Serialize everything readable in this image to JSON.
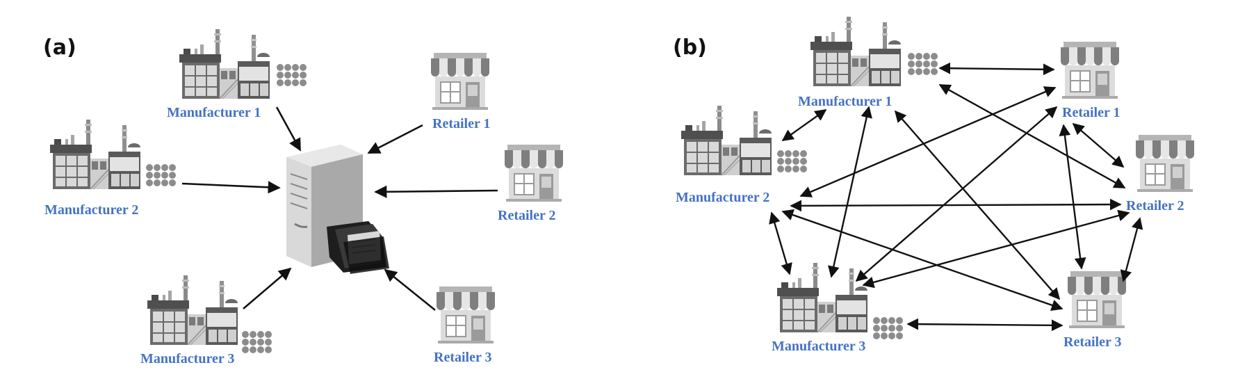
{
  "colors": {
    "label": "#4472C4",
    "arrow": "#111111",
    "building_dark": "#5e5e5e",
    "building_mid": "#8a8a8a",
    "building_light": "#c8c8c8",
    "server": "#d6d6d6"
  },
  "panel_a": {
    "label": "(a)",
    "manufacturers": [
      "Manufacturer 1",
      "Manufacturer 2",
      "Manufacturer 3"
    ],
    "retailers": [
      "Retailer 1",
      "Retailer 2",
      "Retailer 3"
    ],
    "center_icon": "server-with-folders-icon"
  },
  "panel_b": {
    "label": "(b)",
    "manufacturers": [
      "Manufacturer 1",
      "Manufacturer 2",
      "Manufacturer 3"
    ],
    "retailers": [
      "Retailer 1",
      "Retailer 2",
      "Retailer 3"
    ]
  },
  "icons": {
    "factory": "factory-icon",
    "store": "storefront-icon",
    "products": "product-dots-icon",
    "server": "server-icon",
    "folders": "folders-icon"
  }
}
